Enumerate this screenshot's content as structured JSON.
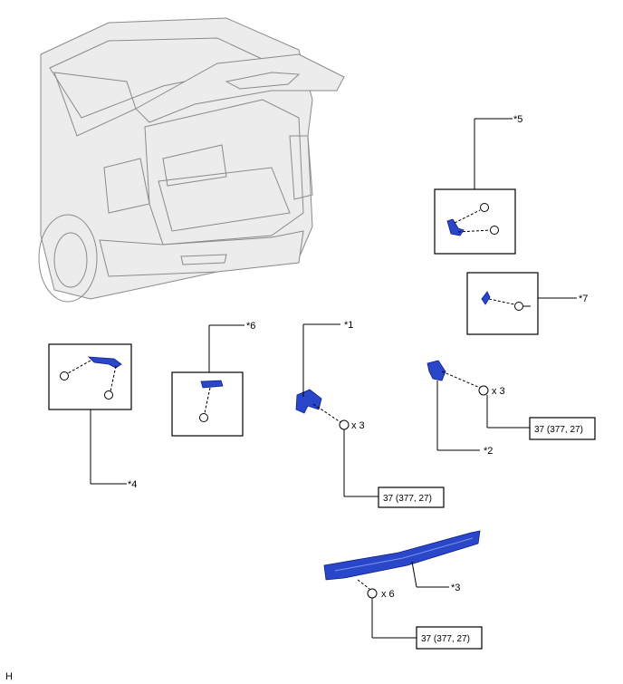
{
  "callouts": {
    "c1": "*1",
    "c2": "*2",
    "c3": "*3",
    "c4": "*4",
    "c5": "*5",
    "c6": "*6",
    "c7": "*7"
  },
  "quantities": {
    "q1": "x 3",
    "q2": "x 3",
    "q3": "x 6"
  },
  "torque": {
    "t1": "37 (377, 27)",
    "t2": "37 (377, 27)",
    "t3": "37 (377, 27)"
  },
  "corner_letter": "H"
}
